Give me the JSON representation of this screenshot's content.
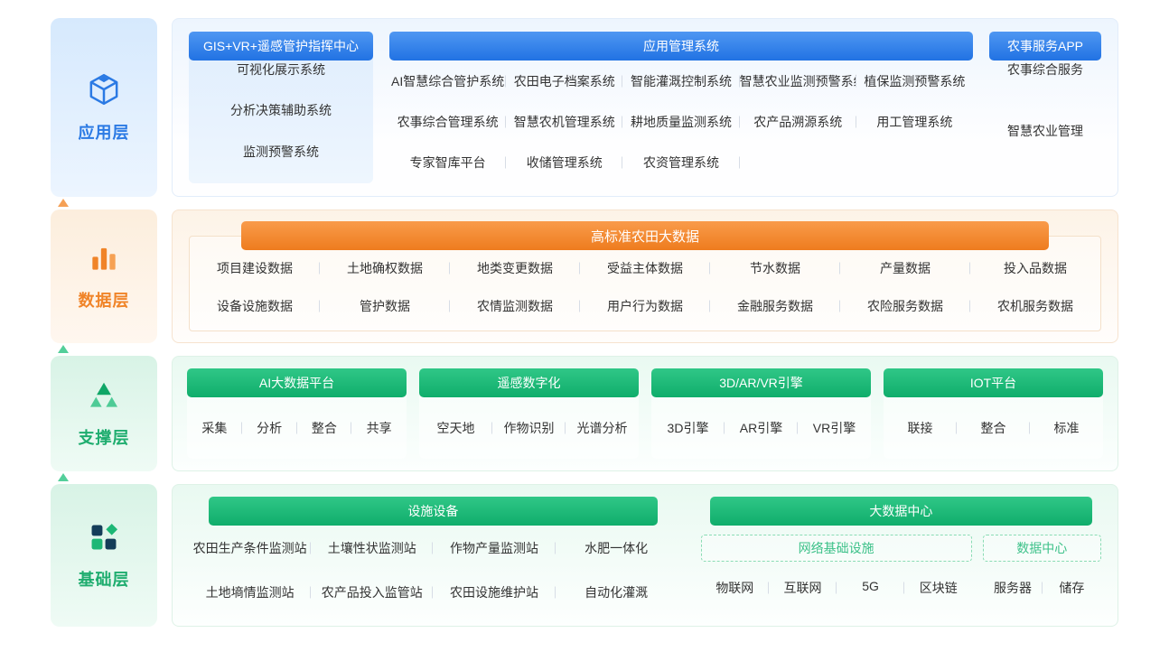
{
  "colors": {
    "blue": "#2373e4",
    "orange": "#ee7c1e",
    "green": "#10ad6b"
  },
  "layers": {
    "app": {
      "name": "应用层",
      "gis": {
        "title": "GIS+VR+遥感管护指挥中心",
        "items": [
          "可视化展示系统",
          "分析决策辅助系统",
          "监测预警系统"
        ]
      },
      "mgmt": {
        "title": "应用管理系统",
        "row1": [
          "AI智慧综合管护系统",
          "农田电子档案系统",
          "智能灌溉控制系统",
          "智慧农业监测预警系统",
          "植保监测预警系统"
        ],
        "row2": [
          "农事综合管理系统",
          "智慧农机管理系统",
          "耕地质量监测系统",
          "农产品溯源系统",
          "用工管理系统"
        ],
        "row3": [
          "专家智库平台",
          "收储管理系统",
          "农资管理系统"
        ]
      },
      "appsvc": {
        "title": "农事服务APP",
        "items": [
          "农事综合服务",
          "智慧农业管理"
        ]
      }
    },
    "data": {
      "name": "数据层",
      "title": "高标准农田大数据",
      "row1": [
        "项目建设数据",
        "土地确权数据",
        "地类变更数据",
        "受益主体数据",
        "节水数据",
        "产量数据",
        "投入品数据"
      ],
      "row2": [
        "设备设施数据",
        "管护数据",
        "农情监测数据",
        "用户行为数据",
        "金融服务数据",
        "农险服务数据",
        "农机服务数据"
      ]
    },
    "support": {
      "name": "支撑层",
      "groups": [
        {
          "title": "AI大数据平台",
          "items": [
            "采集",
            "分析",
            "整合",
            "共享"
          ]
        },
        {
          "title": "遥感数字化",
          "items": [
            "空天地",
            "作物识别",
            "光谱分析"
          ]
        },
        {
          "title": "3D/AR/VR引擎",
          "items": [
            "3D引擎",
            "AR引擎",
            "VR引擎"
          ]
        },
        {
          "title": "IOT平台",
          "items": [
            "联接",
            "整合",
            "标准"
          ]
        }
      ]
    },
    "base": {
      "name": "基础层",
      "facility": {
        "title": "设施设备",
        "row1": [
          "农田生产条件监测站",
          "土壤性状监测站",
          "作物产量监测站",
          "水肥一体化"
        ],
        "row2": [
          "土地墒情监测站",
          "农产品投入监管站",
          "农田设施维护站",
          "自动化灌溉"
        ]
      },
      "datacenter": {
        "title": "大数据中心",
        "network": {
          "title": "网络基础设施",
          "items": [
            "物联网",
            "互联网",
            "5G",
            "区块链"
          ]
        },
        "dc": {
          "title": "数据中心",
          "items": [
            "服务器",
            "储存"
          ]
        }
      }
    }
  }
}
